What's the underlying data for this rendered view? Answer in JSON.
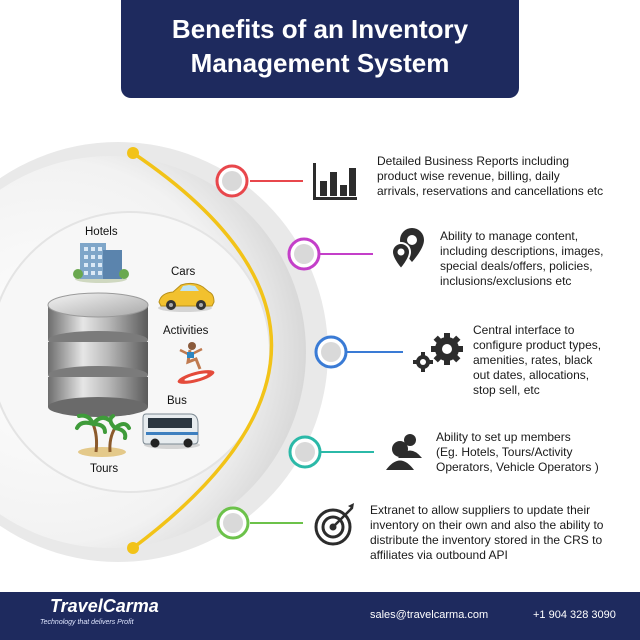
{
  "title": {
    "line1": "Benefits of an Inventory",
    "line2": "Management System"
  },
  "categories": {
    "hotels": "Hotels",
    "cars": "Cars",
    "activities": "Activities",
    "bus": "Bus",
    "tours": "Tours"
  },
  "benefits": [
    {
      "icon": "bar-chart-icon",
      "color": "#e8474c",
      "lines": [
        "Detailed Business Reports including",
        "product wise revenue, billing, daily",
        "arrivals, reservations and cancellations etc"
      ]
    },
    {
      "icon": "location-pins-icon",
      "color": "#c43fc9",
      "lines": [
        "Ability to manage content,",
        "including descriptions, images,",
        "special deals/offers, policies,",
        "inclusions/exclusions etc"
      ]
    },
    {
      "icon": "gears-icon",
      "color": "#3a7bd5",
      "lines": [
        "Central interface to",
        "configure product types,",
        "amenities, rates, black",
        "out dates, allocations,",
        "stop sell, etc"
      ]
    },
    {
      "icon": "members-icon",
      "color": "#2bb9a8",
      "lines": [
        "Ability to set up members",
        "(Eg. Hotels, Tours/Activity",
        "Operators, Vehicle Operators )"
      ]
    },
    {
      "icon": "target-icon",
      "color": "#6cc24a",
      "lines": [
        "Extranet to allow suppliers to update their",
        "inventory on their own and also the ability to",
        "distribute the inventory stored in the CRS to",
        "affiliates via outbound API"
      ]
    }
  ],
  "footer": {
    "brand": "TravelCarma",
    "tagline": "Technology that delivers Profit",
    "email": "sales@travelcarma.com",
    "phone": "+1 904 328 3090"
  },
  "colors": {
    "navy": "#1e2a5e",
    "arc": "#f2c318"
  }
}
